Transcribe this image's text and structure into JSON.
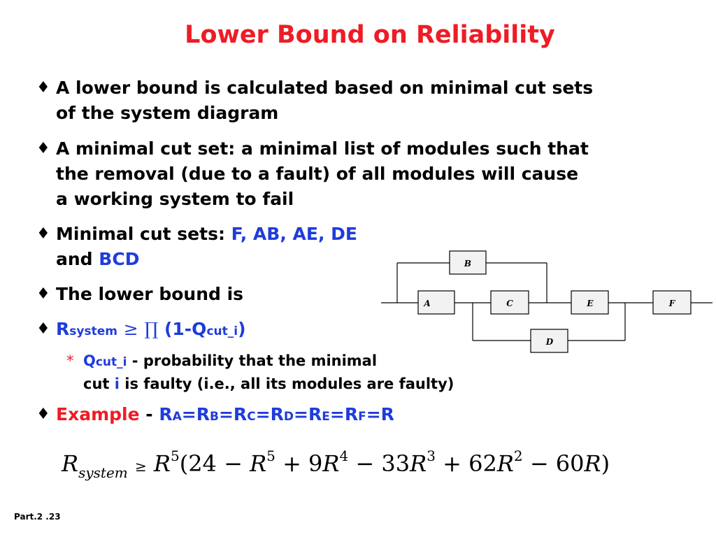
{
  "slide": {
    "title": "Lower Bound on Reliability",
    "bullet_char": "♦",
    "b1": {
      "line1": "A lower bound is calculated based on minimal cut sets",
      "line2": "of the system diagram"
    },
    "b2": {
      "line1": "A minimal cut set: a minimal list of modules such that",
      "line2": "the removal (due to a fault) of all modules will cause",
      "line3": "a working system to fail"
    },
    "b3": {
      "prefix": "Minimal cut sets:",
      "sets": "F, AB, AE, DE",
      "and": "and",
      "last": "BCD"
    },
    "b4": {
      "text": "The lower bound is"
    },
    "b5": {
      "R": "R",
      "system": "system",
      "geq": "≥",
      "prod": "∏",
      "open": "(1-Q",
      "cut": "cut_i",
      "close": ")"
    },
    "sub1": {
      "star": "*",
      "Q": "Q",
      "cut": "cut_i",
      "line1_rest": " - probability that the minimal",
      "line2_a": "cut ",
      "i": "i",
      "line2_b": " is faulty (i.e., all its modules are faulty)"
    },
    "b6": {
      "example": "Example",
      "dash": " - ",
      "eq": [
        {
          "R": "R",
          "s": "A",
          "op": "="
        },
        {
          "R": "R",
          "s": "B",
          "op": "="
        },
        {
          "R": "R",
          "s": "C",
          "op": "="
        },
        {
          "R": "R",
          "s": "D",
          "op": "="
        },
        {
          "R": "R",
          "s": "E",
          "op": "="
        },
        {
          "R": "R",
          "s": "F",
          "op": "=R"
        }
      ]
    },
    "formula": {
      "R": "R",
      "system": "system",
      "geq": "≥",
      "R2": "R",
      "p5": "5",
      "open": "(24 − ",
      "R3": "R",
      "p5b": "5",
      "plus9": " + 9",
      "R4": "R",
      "p4": "4",
      "minus33": " − 33",
      "R5": "R",
      "p3": "3",
      "plus62": " + 62",
      "R6": "R",
      "p2": "2",
      "minus60": " − 60",
      "R7": "R",
      "close": ")"
    },
    "footer": "Part.2 .23"
  },
  "diagram": {
    "blocks": [
      {
        "id": "B",
        "label": "B"
      },
      {
        "id": "A",
        "label": "A"
      },
      {
        "id": "C",
        "label": "C"
      },
      {
        "id": "E",
        "label": "E"
      },
      {
        "id": "F",
        "label": "F"
      },
      {
        "id": "D",
        "label": "D"
      }
    ]
  },
  "colors": {
    "title": "#ee1c25",
    "accent_blue": "#1f3cdb",
    "block_fill": "#f2f2f2"
  }
}
